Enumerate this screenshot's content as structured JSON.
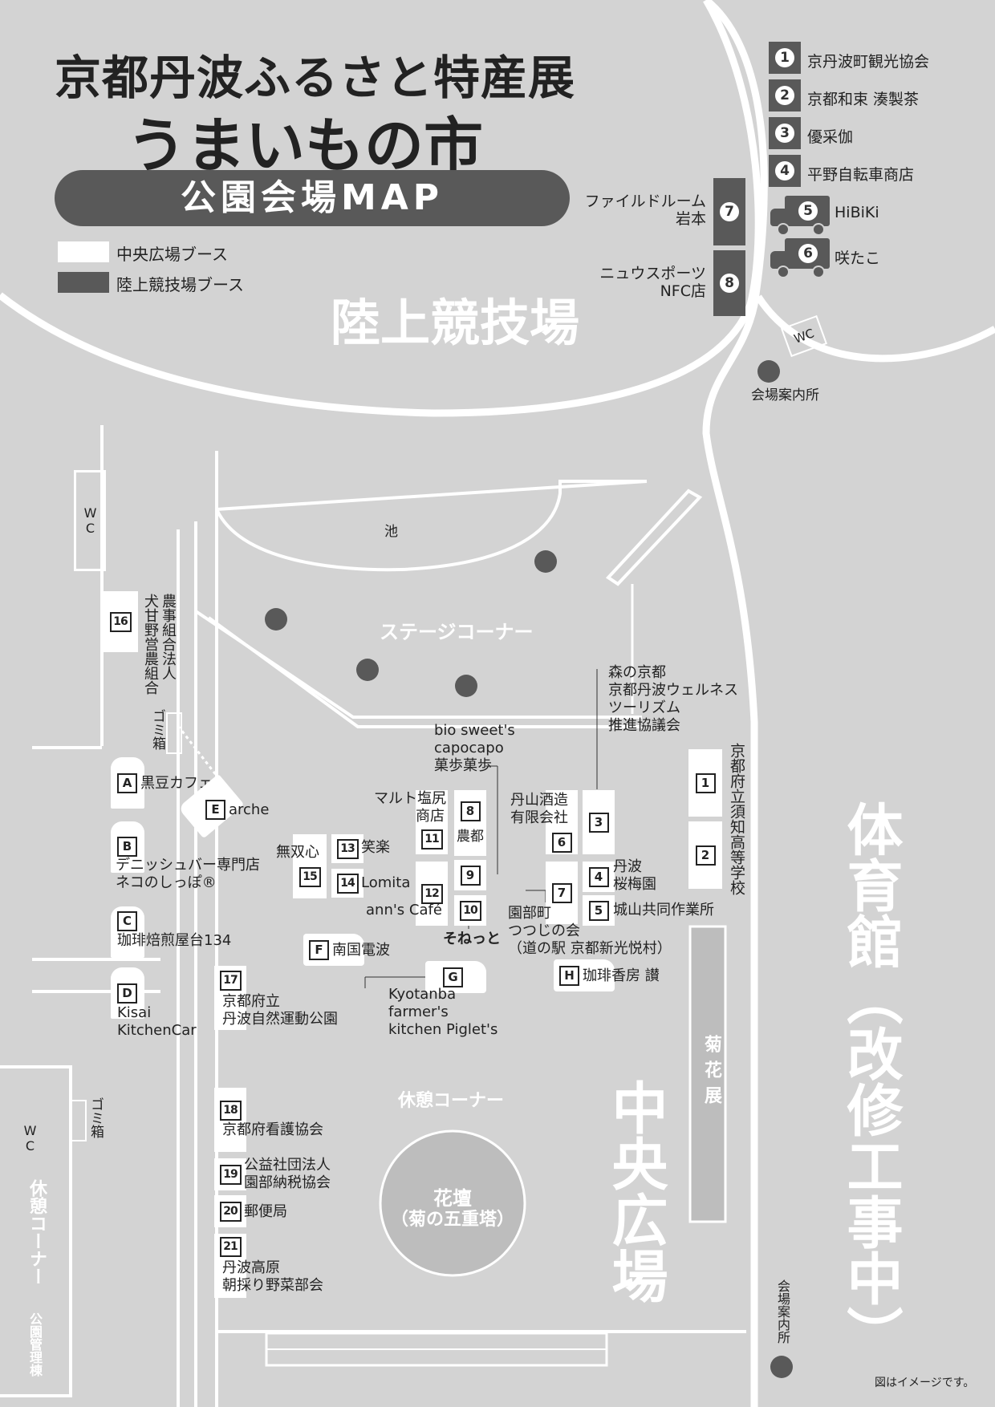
{
  "title": {
    "line1": "京都丹波ふるさと特産展",
    "line2": "うまいもの市"
  },
  "banner": "公園会場MAP",
  "legend": {
    "white_booth": "中央広場ブース",
    "gray_booth": "陸上競技場ブース"
  },
  "colors": {
    "background": "#d3d3d3",
    "track_booth": "#595959",
    "plaza_booth": "#ffffff",
    "path": "#ffffff"
  },
  "areas": {
    "stadium": "陸上競技場",
    "pond": "池",
    "stage": "ステージコーナー",
    "rest_corner": "休憩コーナー",
    "central_plaza": "中央広場",
    "gym": "体育館（改修工事中）",
    "flower_bed_line1": "花壇",
    "flower_bed_line2": "（菊の五重塔）",
    "chrysanthemum": "菊花展",
    "left_rest": "休憩コーナー",
    "park_office": "公園管理棟",
    "note": "図はイメージです。"
  },
  "facilities": {
    "wc_top": "WC",
    "wc_left_top": "WC",
    "wc_left_bottom": "WC",
    "info_top": "会場案内所",
    "info_bottom": "会場案内所",
    "trash_1": "ゴミ箱",
    "trash_2": "ゴミ箱"
  },
  "track_booths": [
    {
      "num": "1",
      "name": "京丹波町観光協会"
    },
    {
      "num": "2",
      "name": "京都和束 湊製茶"
    },
    {
      "num": "3",
      "name": "優采伽"
    },
    {
      "num": "4",
      "name": "平野自転車商店"
    },
    {
      "num": "5",
      "name": "HiBiKi"
    },
    {
      "num": "6",
      "name": "咲たこ"
    },
    {
      "num": "7",
      "name_line1": "ファイルドルーム",
      "name_line2": "岩本"
    },
    {
      "num": "8",
      "name_line1": "ニュウスポーツ",
      "name_line2": "NFC店"
    }
  ],
  "plaza": {
    "b1": "1",
    "b2": "2",
    "school": "京都府立須知高等学校",
    "b3": "3",
    "b3_name_l1": "森の京都",
    "b3_name_l2": "京都丹波ウェルネス",
    "b3_name_l3": "ツーリズム",
    "b3_name_l4": "推進協議会",
    "b4": "4",
    "b4_name_l1": "丹波",
    "b4_name_l2": "桜梅園",
    "b5": "5",
    "b5_name": "城山共同作業所",
    "b6": "6",
    "b6_name_l1": "丹山酒造",
    "b6_name_l2": "有限会社",
    "b7": "7",
    "b7_name_l1": "園部町",
    "b7_name_l2": "つつじの会",
    "b7_name_l3": "（道の駅 京都新光悦村）",
    "b8": "8",
    "b8_name": "農都",
    "b9": "9",
    "b9_name_l1": "bio sweet's",
    "b9_name_l2": "capocapo",
    "b9_name_l3": "菓歩菓歩",
    "b10": "10",
    "b10_name": "そねっと",
    "b11": "11",
    "b11_name_l1": "マルト塩尻",
    "b11_name_l2": "商店",
    "b12": "12",
    "b12_name": "ann's Café",
    "b13": "13",
    "b13_name": "笑楽",
    "b14": "14",
    "b14_name": "Lomita",
    "b15": "15",
    "b15_name": "無双心",
    "b16": "16",
    "b16_name_l1": "農事組合法人",
    "b16_name_l2": "犬甘野営農組合",
    "b17": "17",
    "b17_name_l1": "京都府立",
    "b17_name_l2": "丹波自然運動公園",
    "b18": "18",
    "b18_name": "京都府看護協会",
    "b19": "19",
    "b19_name_l1": "公益社団法人",
    "b19_name_l2": "園部納税協会",
    "b20": "20",
    "b20_name": "郵便局",
    "b21": "21",
    "b21_name_l1": "丹波高原",
    "b21_name_l2": "朝採り野菜部会"
  },
  "cars": {
    "A": "A",
    "A_name": "黒豆カフェ",
    "B": "B",
    "B_name_l1": "デニッシュバー専門店",
    "B_name_l2": "ネコのしっぽ®",
    "C": "C",
    "C_name": "珈琲焙煎屋台134",
    "D": "D",
    "D_name_l1": "Kisai",
    "D_name_l2": "KitchenCar",
    "E": "E",
    "E_name": "arche",
    "F": "F",
    "F_name": "南国電波",
    "G": "G",
    "G_name_l1": "Kyotanba",
    "G_name_l2": "farmer's",
    "G_name_l3": "kitchen Piglet's",
    "H": "H",
    "H_name": "珈琲香房 讃"
  }
}
